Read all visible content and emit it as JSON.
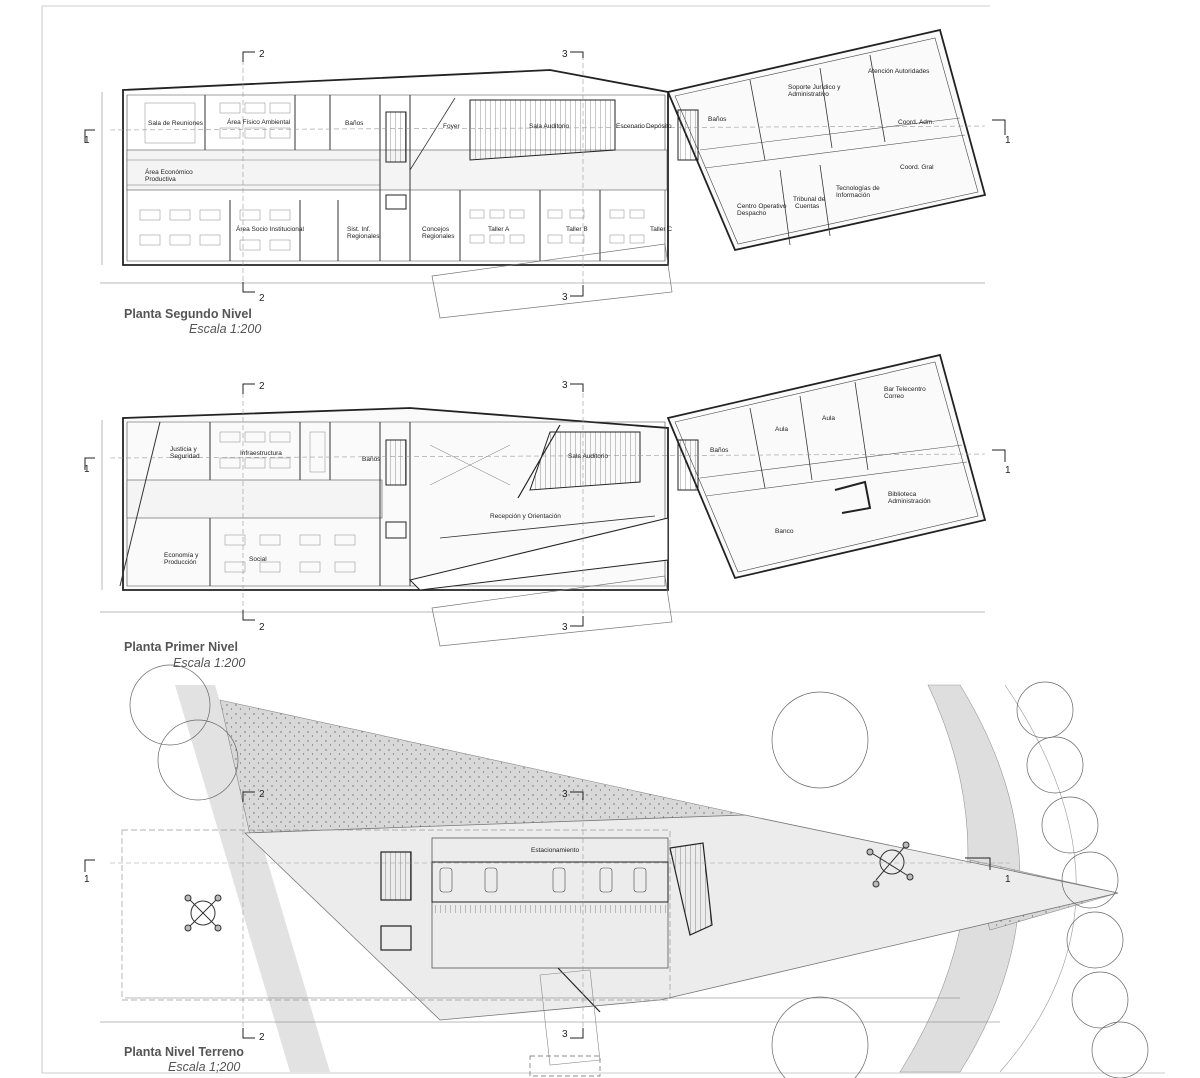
{
  "plans": [
    {
      "title": "Planta Segundo Nivel",
      "scale": "Escala 1:200",
      "sections": {
        "s1": "1",
        "s2": "2",
        "s3": "3"
      },
      "rooms": {
        "sala_reuniones": "Sala de Reuniones",
        "area_fisico": "Área Físico Ambiental",
        "banos_w": "Baños",
        "area_eco_1": "Área Económico",
        "area_eco_2": "Productiva",
        "area_socio": "Área Socio Institucional",
        "sist_1": "Sist. Inf.",
        "sist_2": "Regionales",
        "foyer": "Foyer",
        "sala_auditorio": "Sala Auditorio",
        "escenario": "Escenario",
        "deposito": "Depósito",
        "concejos_1": "Concejos",
        "concejos_2": "Regionales",
        "taller_a": "Taller A",
        "taller_b": "Taller B",
        "taller_c": "Taller C",
        "banos_e": "Baños",
        "soporte_1": "Soporte Jurídico y",
        "soporte_2": "Administrativo",
        "atencion": "Atención Autoridades",
        "coord_adm": "Coord. Adm.",
        "coord_gral": "Coord. Gral",
        "centro_1": "Centro Operativo",
        "centro_2": "Despacho",
        "tribunal_1": "Tribunal de",
        "tribunal_2": "Cuentas",
        "tecno_1": "Tecnologías de",
        "tecno_2": "Información"
      }
    },
    {
      "title": "Planta Primer Nivel",
      "scale": "Escala 1:200",
      "sections": {
        "s1": "1",
        "s2": "2",
        "s3": "3"
      },
      "rooms": {
        "justicia_1": "Justicia y",
        "justicia_2": "Seguridad",
        "infra": "Infraestructura",
        "banos_w": "Baños",
        "economia_1": "Economía y",
        "economia_2": "Producción",
        "social": "Social",
        "sala_auditorio": "Sala Auditorio",
        "recepcion": "Recepción y Orientación",
        "banos_e": "Baños",
        "aula_1": "Aula",
        "aula_2": "Aula",
        "bar_1": "Bar Telecentro",
        "bar_2": "Correo",
        "biblio_1": "Biblioteca",
        "biblio_2": "Administración",
        "banco": "Banco"
      }
    },
    {
      "title": "Planta Nivel Terreno",
      "scale": "Escala 1;200",
      "sections": {
        "s1": "1",
        "s2": "2",
        "s3": "3"
      },
      "rooms": {
        "estacionamiento": "Estacionamiento"
      }
    }
  ],
  "colors": {
    "line": "#222222",
    "hatch": "#cfcfcf",
    "plaza": "#ececec",
    "dark_hatch": "#d9d9d9",
    "label": "#555555"
  }
}
